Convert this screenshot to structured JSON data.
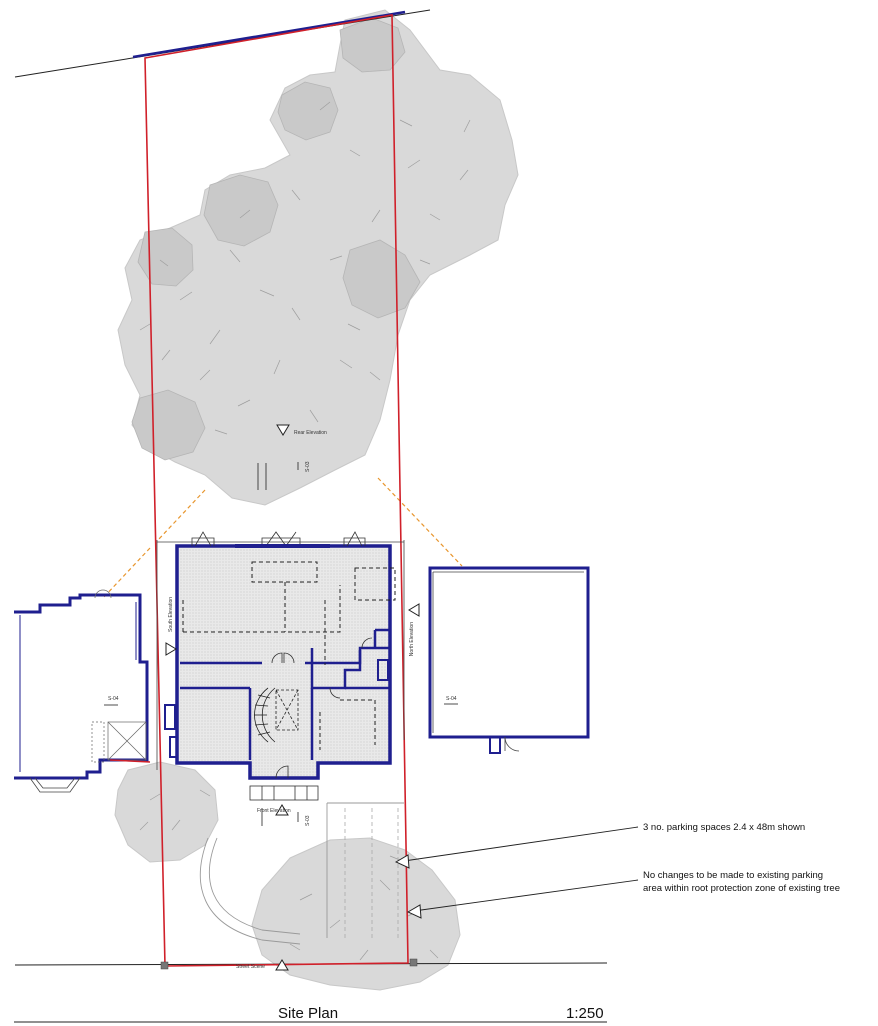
{
  "title_block": {
    "title": "Site Plan",
    "scale": "1:250"
  },
  "annotations": {
    "parking_note": "3 no. parking spaces 2.4 x 48m shown",
    "tree_note_line1": "No changes to be made to existing parking",
    "tree_note_line2": "area within root protection zone of existing tree"
  },
  "elevation_labels": {
    "rear": "Rear Elevation",
    "south": "South Elevation",
    "north": "North Elevation",
    "front": "Front Elevation",
    "street": "Street Scene"
  },
  "section_marks": {
    "left": "S-04",
    "right": "S-04",
    "top": "S-03",
    "bottom": "S-03"
  },
  "colors": {
    "boundary_red": "#d0202a",
    "wall_blue": "#1f1f8f",
    "tree_grey": "#d9d9d9",
    "dashed_orange": "#e8962e",
    "floor_grey": "#e6e6e6"
  }
}
